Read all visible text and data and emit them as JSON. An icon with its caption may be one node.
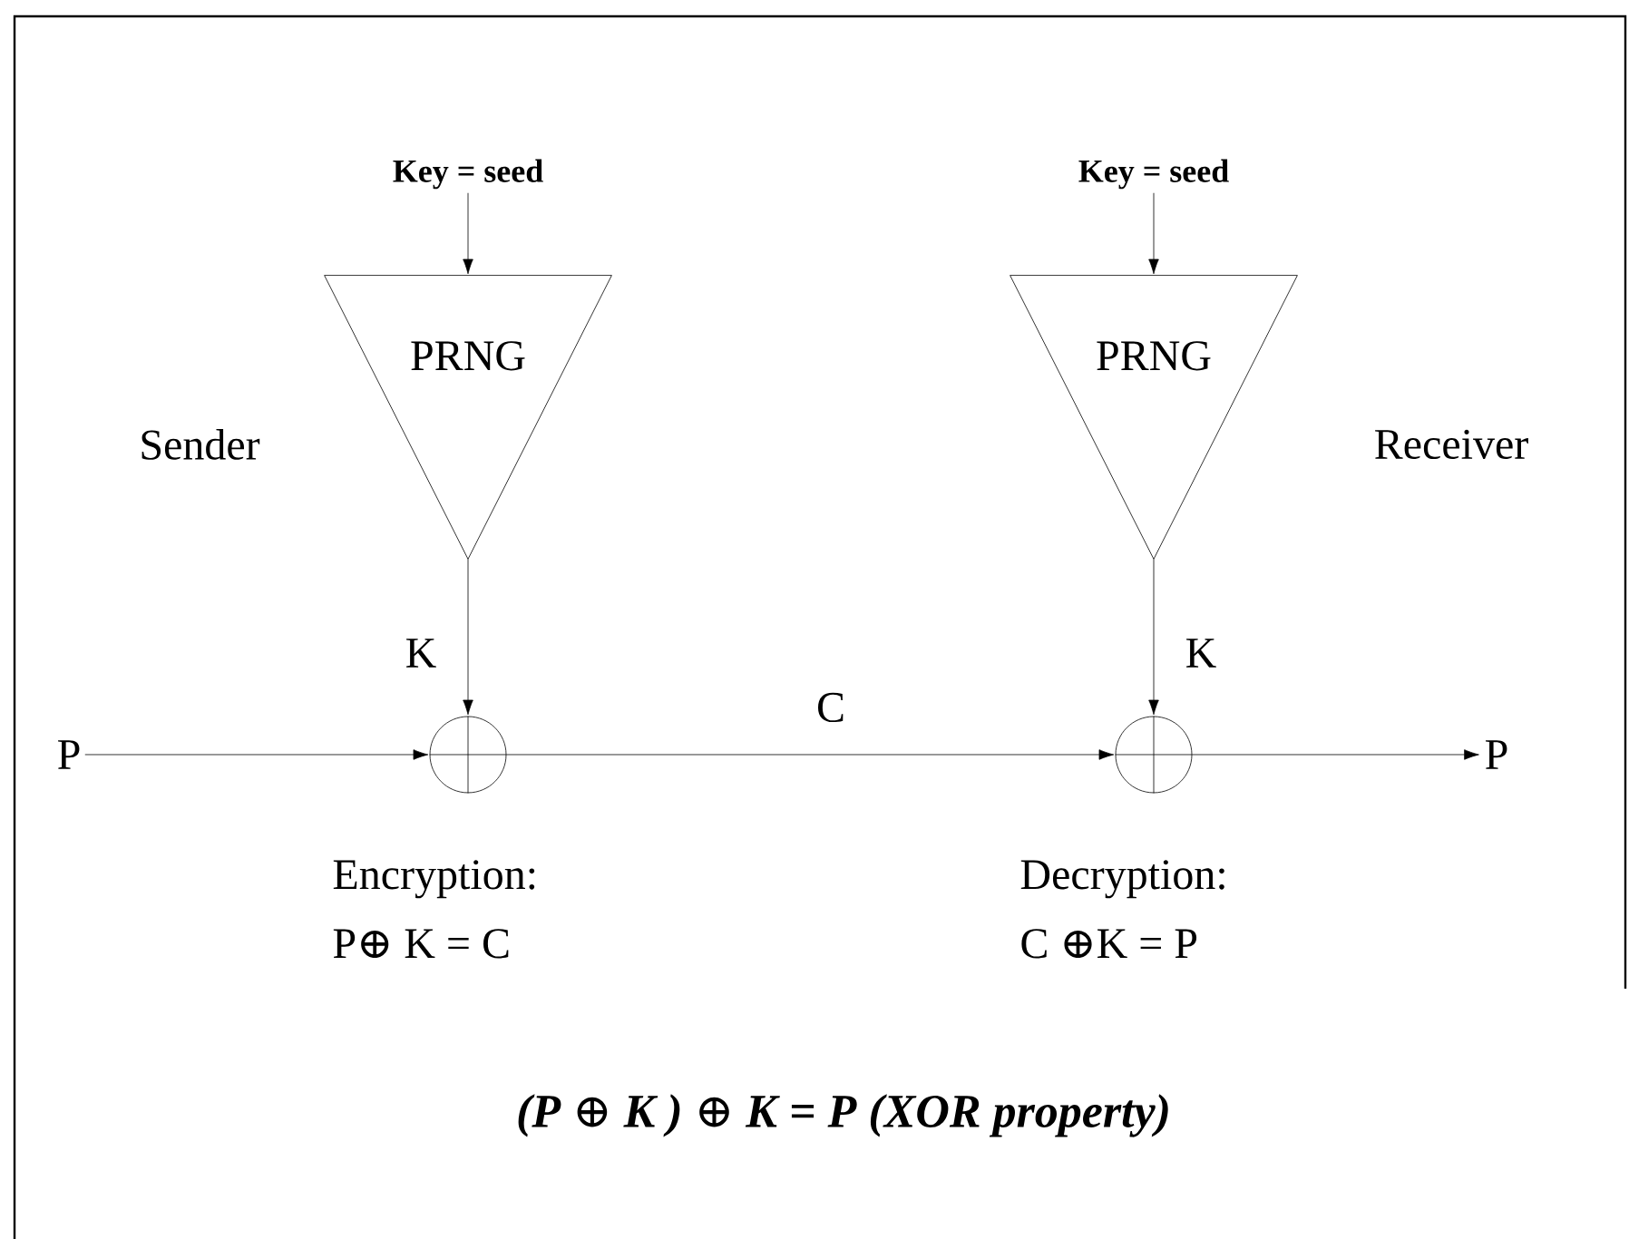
{
  "diagram": {
    "nodes": [
      {
        "text": [
          "Key = seed"
        ]
      },
      {
        "text": [
          "PRNG"
        ]
      },
      {
        "text": [
          "Key = seed"
        ]
      },
      {
        "text": [
          "PRNG"
        ]
      },
      {
        "text": [
          "P"
        ]
      },
      {
        "text": [],
        "shape": "circle",
        "beside": [
          "Encryption:",
          "P⊕ K = C"
        ]
      },
      {
        "text": [],
        "shape": "circle",
        "beside": [
          "Decryption:",
          "C ⊕K = P"
        ]
      },
      {
        "text": [
          "P"
        ]
      }
    ],
    "edges": [
      {
        "from": 0,
        "to": 1,
        "arrow": "to"
      },
      {
        "from": 2,
        "to": 3,
        "arrow": "to"
      },
      {
        "from": 1,
        "to": 5,
        "arrow": "to",
        "label": "K"
      },
      {
        "from": 3,
        "to": 6,
        "arrow": "to",
        "label": "K"
      },
      {
        "from": 4,
        "to": 5,
        "arrow": "to"
      },
      {
        "from": 5,
        "to": 6,
        "arrow": "to",
        "label": "C"
      },
      {
        "from": 6,
        "to": 7,
        "arrow": "to"
      }
    ],
    "labels": [
      "Sender",
      "Receiver",
      "(P ⊕ K ) ⊕ K = P   (XOR property)"
    ]
  }
}
